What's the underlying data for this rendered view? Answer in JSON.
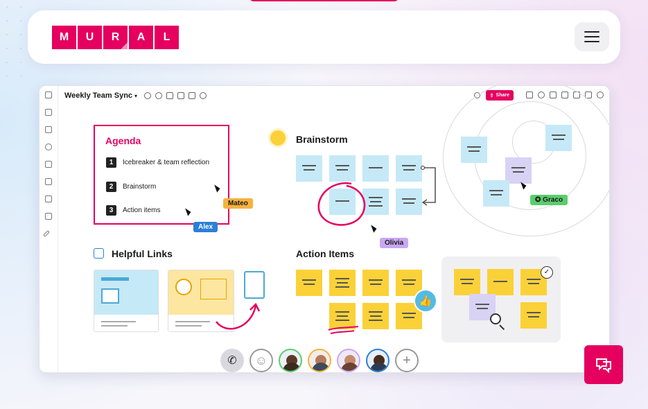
{
  "brand": {
    "logo_letters": [
      "M",
      "U",
      "R",
      "A",
      "L"
    ],
    "accent_color": "#e5005f"
  },
  "board": {
    "title": "Weekly Team Sync",
    "share_label": "Share",
    "agenda": {
      "title": "Agenda",
      "items": [
        {
          "num": "1",
          "label": "Icebreaker & team reflection"
        },
        {
          "num": "2",
          "label": "Brainstorm"
        },
        {
          "num": "3",
          "label": "Action items"
        }
      ]
    },
    "brainstorm_title": "Brainstorm",
    "helpful_links_title": "Helpful Links",
    "action_items_title": "Action Items",
    "collaborators": [
      {
        "name": "Mateo",
        "color": "#f6b23e"
      },
      {
        "name": "Alex",
        "color": "#2b7fd6"
      },
      {
        "name": "Olivia",
        "color": "#c9a8f2"
      },
      {
        "name": "Graco",
        "color": "#5ccc6d"
      }
    ]
  },
  "icons": [
    "hamburger-menu-icon",
    "phone-icon",
    "emoji-icon",
    "add-icon",
    "chat-feedback-icon",
    "thumbs-up-icon",
    "lightbulb-icon",
    "link-icon",
    "document-icon",
    "zoom-icon",
    "check-icon"
  ]
}
